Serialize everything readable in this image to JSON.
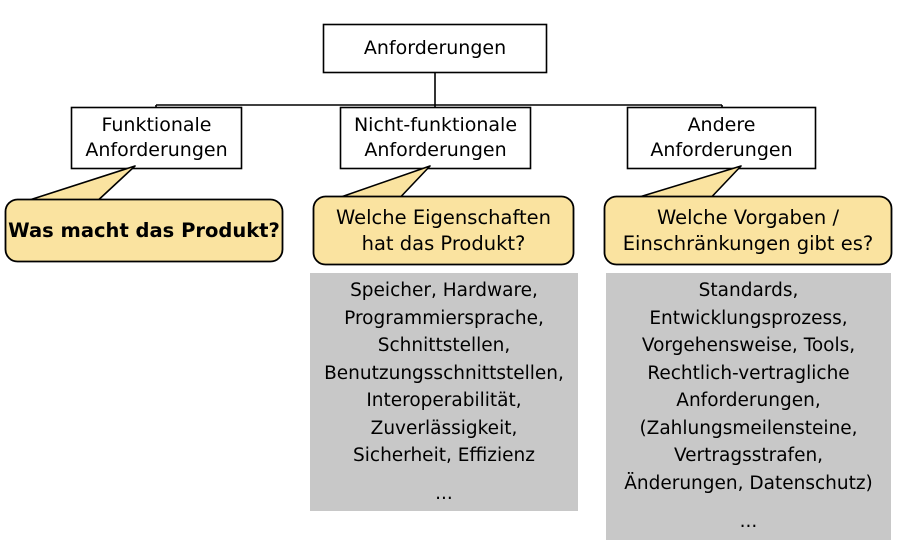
{
  "diagram": {
    "title_node": {
      "label": "Anforderungen"
    },
    "branches": [
      {
        "id": "funktionale",
        "box_line1": "Funktionale",
        "box_line2": "Anforderungen",
        "callout_line1": "Was macht das Produkt?",
        "callout_line2": "",
        "detail_lines": []
      },
      {
        "id": "nicht-funktionale",
        "box_line1": "Nicht-funktionale",
        "box_line2": "Anforderungen",
        "callout_line1": "Welche Eigenschaften",
        "callout_line2": "hat das Produkt?",
        "detail_lines": [
          "Speicher, Hardware,",
          "Programmiersprache,",
          "Schnittstellen,",
          "Benutzungsschnittstellen,",
          "Interoperabilität,",
          "Zuverlässigkeit,",
          "Sicherheit, Effizienz",
          "",
          "..."
        ]
      },
      {
        "id": "andere",
        "box_line1": "Andere",
        "box_line2": "Anforderungen",
        "callout_line1": "Welche Vorgaben /",
        "callout_line2": "Einschränkungen gibt es?",
        "detail_lines": [
          "Standards,",
          "Entwicklungsprozess,",
          "Vorgehensweise, Tools,",
          "Rechtlich-vertragliche",
          "Anforderungen,",
          "(Zahlungsmeilensteine,",
          "Vertragsstrafen,",
          "Änderungen, Datenschutz)",
          "",
          "..."
        ]
      }
    ],
    "colors": {
      "box_fill": "#ffffff",
      "box_stroke": "#000000",
      "callout_fill": "#fae3a0",
      "callout_stroke": "#000000",
      "detail_fill": "#c8c8c8",
      "text": "#000000",
      "connector": "#000000"
    }
  }
}
